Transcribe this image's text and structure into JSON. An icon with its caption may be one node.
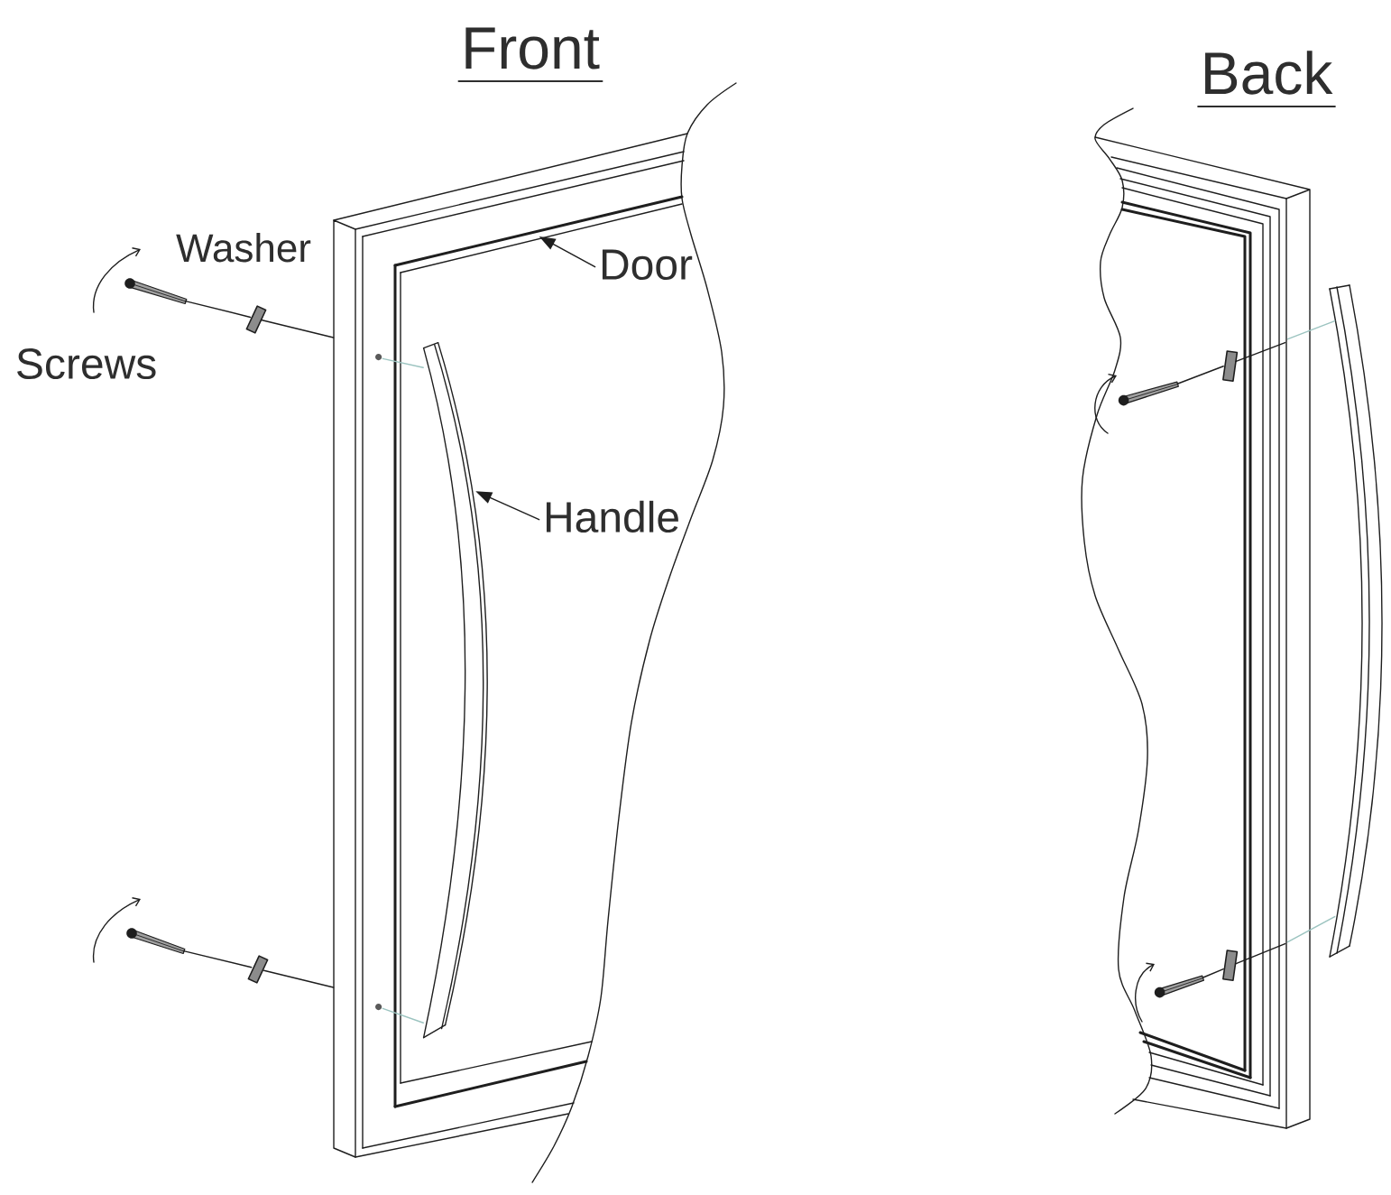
{
  "diagram": {
    "nodes": [
      {
        "text": [
          "Door"
        ],
        "in": 1
      },
      {
        "text": [],
        "shape": "picture"
      },
      {
        "text": [
          "Handle"
        ],
        "in": 1
      },
      {
        "text": [],
        "shape": "picture",
        "in": 1
      },
      {
        "text": [],
        "shape": "circle",
        "in": 1
      },
      {
        "text": [],
        "shape": "circle",
        "in": 1
      },
      {
        "text": [],
        "shape": "picture",
        "beside": [
          "Screws"
        ]
      },
      {
        "text": [],
        "shape": "picture"
      },
      {
        "text": [],
        "shape": "picture"
      },
      {
        "text": [],
        "shape": "picture"
      },
      {
        "text": [],
        "shape": "picture"
      },
      {
        "text": [],
        "shape": "picture"
      },
      {
        "text": [],
        "shape": "picture",
        "in": 10
      },
      {
        "text": [],
        "shape": "picture",
        "in": 10
      },
      {
        "text": [],
        "shape": "picture",
        "in": 10
      },
      {
        "text": [],
        "shape": "picture",
        "in": 10
      }
    ],
    "edges": [
      {
        "from": 0,
        "to": 1,
        "arrow": "to"
      },
      {
        "from": 2,
        "to": 3,
        "arrow": "to"
      },
      {
        "from": 6,
        "to": 7,
        "arrow": "none"
      },
      {
        "from": 7,
        "to": 1,
        "arrow": "none"
      },
      {
        "from": 8,
        "to": 9,
        "arrow": "none"
      },
      {
        "from": 9,
        "to": 1,
        "arrow": "none"
      },
      {
        "from": 4,
        "to": 3,
        "arrow": "none",
        "color": "#9cc4c0"
      },
      {
        "from": 5,
        "to": 3,
        "arrow": "none",
        "color": "#9cc4c0"
      },
      {
        "from": 12,
        "to": 13,
        "arrow": "none"
      },
      {
        "from": 13,
        "to": 10,
        "arrow": "none"
      },
      {
        "from": 14,
        "to": 15,
        "arrow": "none"
      },
      {
        "from": 15,
        "to": 10,
        "arrow": "none"
      },
      {
        "from": 10,
        "to": 11,
        "arrow": "none",
        "color": "#9cc4c0"
      },
      {
        "from": 10,
        "to": 11,
        "arrow": "none",
        "color": "#9cc4c0"
      }
    ],
    "labels": [
      "Front",
      "Back",
      "Washer"
    ]
  }
}
